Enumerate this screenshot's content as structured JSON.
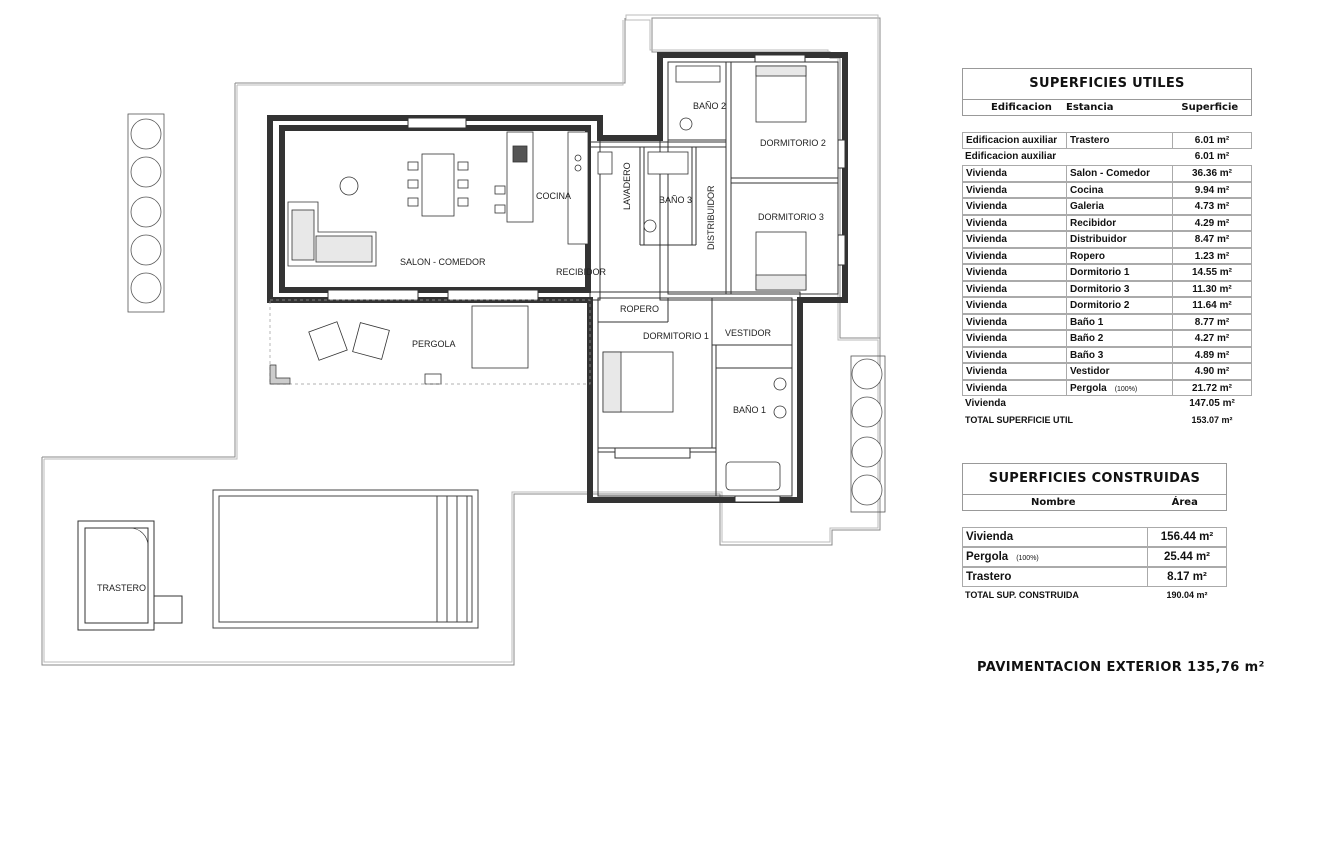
{
  "rooms": {
    "salon": "SALON - COMEDOR",
    "cocina": "COCINA",
    "lavadero": "LAVADERO",
    "bano3": "BAÑO 3",
    "bano2": "BAÑO 2",
    "distribuidor": "DISTRIBUIDOR",
    "dormitorio2": "DORMITORIO 2",
    "dormitorio3": "DORMITORIO 3",
    "recibidor": "RECIBIDOR",
    "ropero": "ROPERO",
    "dormitorio1": "DORMITORIO 1",
    "vestidor": "VESTIDOR",
    "bano1": "BAÑO 1",
    "pergola": "PERGOLA",
    "trastero": "TRASTERO"
  },
  "utiles": {
    "title": "SUPERFICIES UTILES",
    "headers": [
      "Edificacion",
      "Estancia",
      "Superficie"
    ],
    "rows": [
      {
        "edif": "Edificacion auxiliar",
        "est": "Trastero",
        "sup": "6.01 m²"
      },
      {
        "edif": "Edificacion auxiliar",
        "est": "",
        "sup": "6.01 m²"
      },
      {
        "edif": "Vivienda",
        "est": "Salon - Comedor",
        "sup": "36.36 m²"
      },
      {
        "edif": "Vivienda",
        "est": "Cocina",
        "sup": "9.94 m²"
      },
      {
        "edif": "Vivienda",
        "est": "Galeria",
        "sup": "4.73 m²"
      },
      {
        "edif": "Vivienda",
        "est": "Recibidor",
        "sup": "4.29 m²"
      },
      {
        "edif": "Vivienda",
        "est": "Distribuidor",
        "sup": "8.47 m²"
      },
      {
        "edif": "Vivienda",
        "est": "Ropero",
        "sup": "1.23 m²"
      },
      {
        "edif": "Vivienda",
        "est": "Dormitorio 1",
        "sup": "14.55 m²"
      },
      {
        "edif": "Vivienda",
        "est": "Dormitorio 3",
        "sup": "11.30 m²"
      },
      {
        "edif": "Vivienda",
        "est": "Dormitorio 2",
        "sup": "11.64 m²"
      },
      {
        "edif": "Vivienda",
        "est": "Baño 1",
        "sup": "8.77 m²"
      },
      {
        "edif": "Vivienda",
        "est": "Baño 2",
        "sup": "4.27 m²"
      },
      {
        "edif": "Vivienda",
        "est": "Baño 3",
        "sup": "4.89 m²"
      },
      {
        "edif": "Vivienda",
        "est": "Vestidor",
        "sup": "4.90 m²"
      },
      {
        "edif": "Vivienda",
        "est": "Pergola",
        "note": "(100%)",
        "sup": "21.72 m²"
      }
    ],
    "subtotal": {
      "edif": "Vivienda",
      "sup": "147.05 m²"
    },
    "total": {
      "label": "TOTAL SUPERFICIE UTIL",
      "sup": "153.07 m²"
    }
  },
  "construidas": {
    "title": "SUPERFICIES CONSTRUIDAS",
    "headers": [
      "Nombre",
      "Área"
    ],
    "rows": [
      {
        "name": "Vivienda",
        "area": "156.44 m²"
      },
      {
        "name": "Pergola",
        "note": "(100%)",
        "area": "25.44 m²"
      },
      {
        "name": "Trastero",
        "area": "8.17 m²"
      }
    ],
    "total": {
      "label": "TOTAL SUP. CONSTRUIDA",
      "area": "190.04 m²"
    }
  },
  "pavimentacion": "PAVIMENTACION EXTERIOR 135,76 m²"
}
